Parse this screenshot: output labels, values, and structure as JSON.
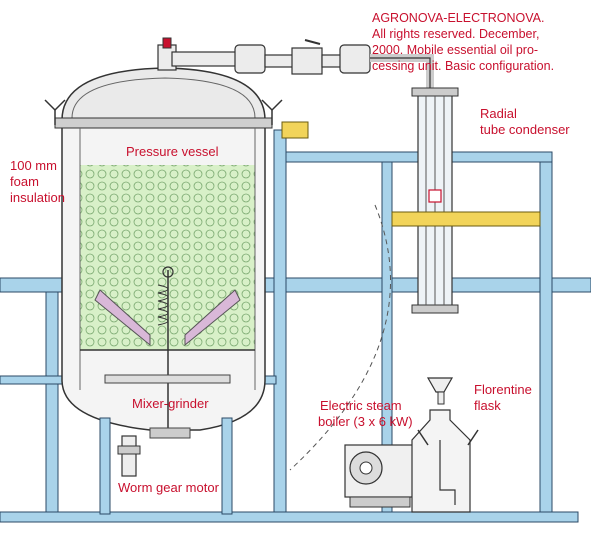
{
  "copyright": {
    "lines": [
      "AGRONOVA-ELECTRONOVA.",
      "All rights reserved. December,",
      "2000. Mobile essential oil pro-",
      "cessing unit. Basic configuration."
    ]
  },
  "labels": {
    "pressure_vessel": "Pressure vessel",
    "insulation": [
      "100 mm",
      "foam",
      "insulation"
    ],
    "condenser": [
      "Radial",
      "tube condenser"
    ],
    "mixer_grinder": "Mixer-grinder",
    "worm_gear_motor": "Worm gear motor",
    "steam_boiler": [
      "Electric steam",
      "boiler (3 x 6 kW)"
    ],
    "florentine": [
      "Florentine",
      "flask"
    ]
  },
  "colors": {
    "label_red": "#c8102e",
    "frame_blue": "#a9d3ea",
    "frame_stroke": "#2b4a66",
    "insulation_green": "#d8f0c8",
    "yellow_bracket": "#f2d45a",
    "pink_cone": "#d9b8d8"
  }
}
